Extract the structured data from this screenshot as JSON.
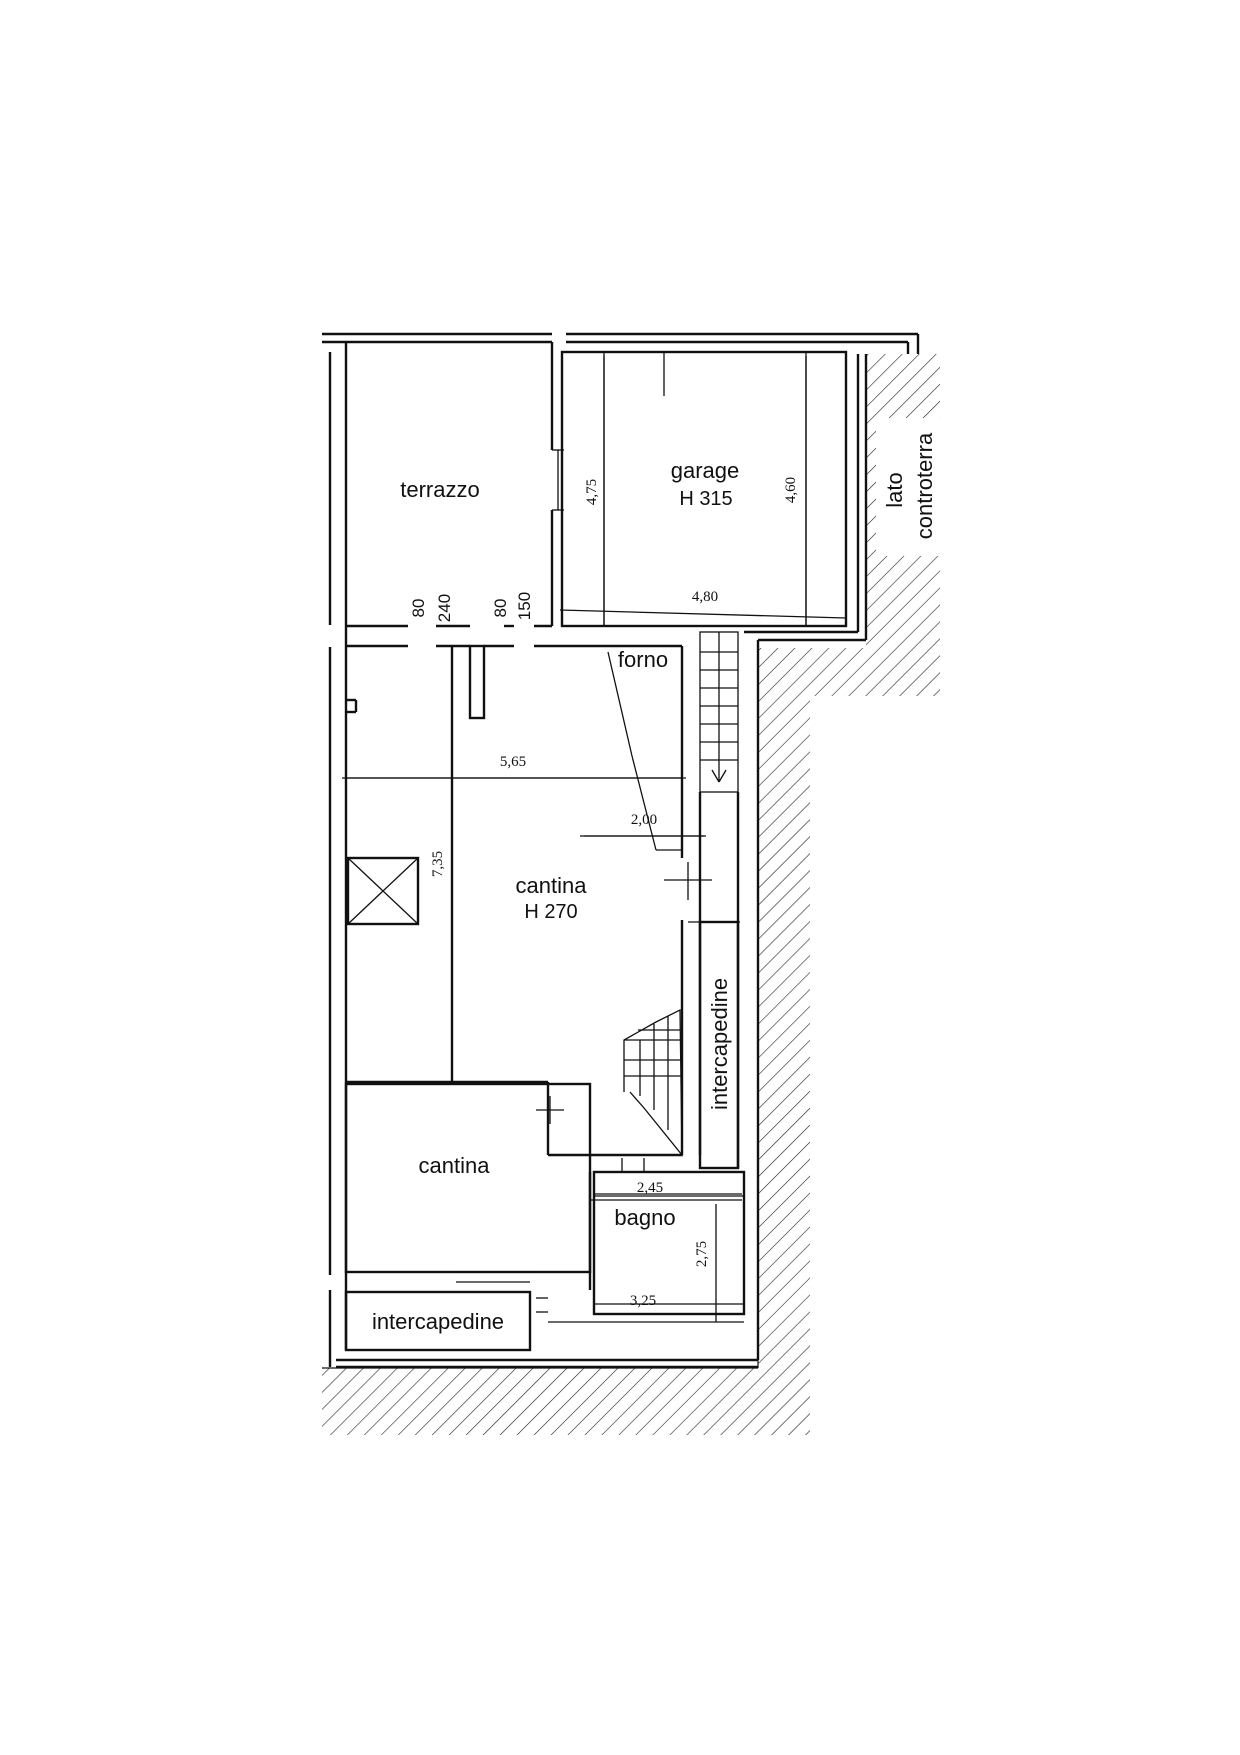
{
  "rooms": {
    "terrazzo": "terrazzo",
    "garage": "garage",
    "garage_height": "H 315",
    "forno": "forno",
    "cantina_main": "cantina",
    "cantina_main_height": "H 270",
    "cantina_small": "cantina",
    "bagno": "bagno",
    "intercapedine_vertical": "intercapedine",
    "intercapedine_bottom": "intercapedine",
    "lato_controterra_line1": "lato",
    "lato_controterra_line2": "controterra"
  },
  "dimensions": {
    "garage_left": "4,75",
    "garage_right": "4,60",
    "garage_width": "4,80",
    "opening_80_a": "80",
    "opening_240": "240",
    "opening_80_b": "80",
    "opening_150": "150",
    "cantina_width": "5,65",
    "cantina_depth": "7,35",
    "forno_width": "2,00",
    "bagno_width_top": "2,45",
    "bagno_depth": "2,75",
    "bagno_width_bottom": "3,25"
  }
}
